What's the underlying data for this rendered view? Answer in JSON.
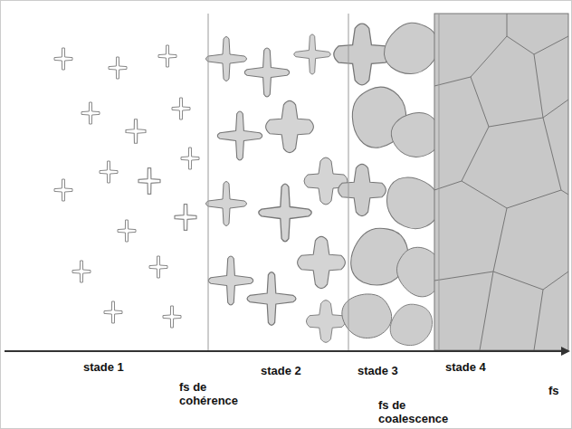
{
  "diagram": {
    "labels": [
      "stade 1",
      "stade 2",
      "stade 3",
      "stade 4",
      "fs de cohérence",
      "fs de coalescence",
      "fs"
    ]
  }
}
